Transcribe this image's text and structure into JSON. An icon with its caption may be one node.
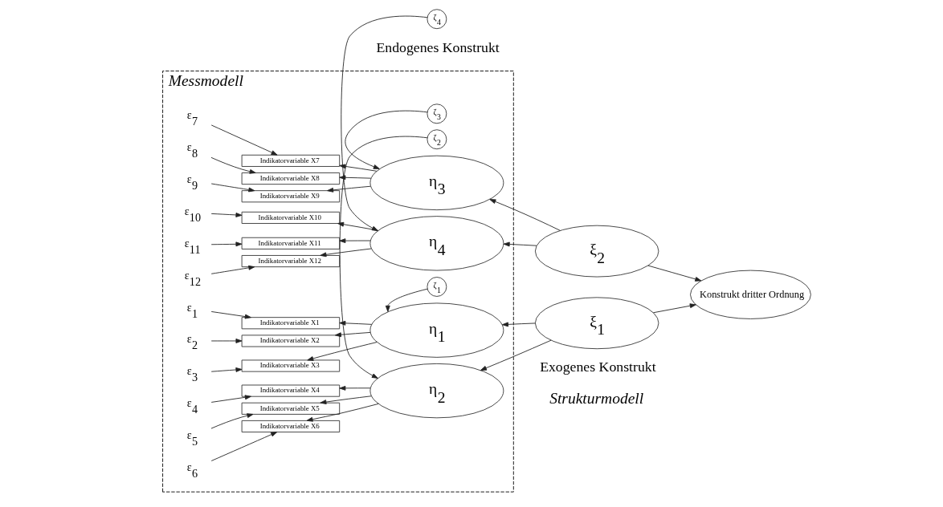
{
  "diagram": {
    "nodes": [
      {
        "text": [
          "Messmodell"
        ]
      },
      {
        "text": [
          "ε$_{1}$"
        ],
        "in": 0
      },
      {
        "text": [
          "ε$_{2}$"
        ],
        "in": 0
      },
      {
        "text": [
          "ε$_{3}$"
        ],
        "in": 0
      },
      {
        "text": [
          "ε$_{4}$"
        ],
        "in": 0
      },
      {
        "text": [
          "ε$_{5}$"
        ],
        "in": 0
      },
      {
        "text": [
          "ε$_{6}$"
        ],
        "in": 0
      },
      {
        "text": [
          "ε$_{7}$"
        ],
        "in": 0
      },
      {
        "text": [
          "ε$_{8}$"
        ],
        "in": 0
      },
      {
        "text": [
          "ε$_{9}$"
        ],
        "in": 0
      },
      {
        "text": [
          "ε$_{10}$"
        ],
        "in": 0
      },
      {
        "text": [
          "ε$_{11}$"
        ],
        "in": 0
      },
      {
        "text": [
          "ε$_{12}$"
        ],
        "in": 0
      },
      {
        "text": [
          "Indikatorvariable X1"
        ],
        "in": 0
      },
      {
        "text": [
          "Indikatorvariable X2"
        ],
        "in": 0
      },
      {
        "text": [
          "Indikatorvariable X3"
        ],
        "in": 0
      },
      {
        "text": [
          "Indikatorvariable X4"
        ],
        "in": 0
      },
      {
        "text": [
          "Indikatorvariable X5"
        ],
        "in": 0
      },
      {
        "text": [
          "Indikatorvariable X6"
        ],
        "in": 0
      },
      {
        "text": [
          "Indikatorvariable X7"
        ],
        "in": 0
      },
      {
        "text": [
          "Indikatorvariable X8"
        ],
        "in": 0
      },
      {
        "text": [
          "Indikatorvariable X9"
        ],
        "in": 0
      },
      {
        "text": [
          "Indikatorvariable X10"
        ],
        "in": 0
      },
      {
        "text": [
          "Indikatorvariable X11"
        ],
        "in": 0
      },
      {
        "text": [
          "Indikatorvariable X12"
        ],
        "in": 0
      },
      {
        "text": [
          "η$_{1}$"
        ],
        "in": 0
      },
      {
        "text": [
          "η$_{2}$"
        ],
        "in": 0
      },
      {
        "text": [
          "η$_{3}$"
        ],
        "in": 0
      },
      {
        "text": [
          "η$_{4}$"
        ],
        "in": 0
      },
      {
        "text": [
          "ζ$_{1}$"
        ],
        "in": 0
      },
      {
        "text": [
          "ζ$_{2}$"
        ],
        "in": 0
      },
      {
        "text": [
          "ζ$_{3}$"
        ],
        "in": 0
      },
      {
        "text": [
          "ζ$_{4}$"
        ]
      },
      {
        "text": [
          "ξ$_{1}$"
        ]
      },
      {
        "text": [
          "ξ$_{2}$"
        ]
      },
      {
        "text": [
          "Konstrukt dritter Ordnung"
        ]
      }
    ],
    "edges": [
      {
        "from": 1,
        "to": 13,
        "arrow": "to"
      },
      {
        "from": 2,
        "to": 14,
        "arrow": "to"
      },
      {
        "from": 3,
        "to": 15,
        "arrow": "to"
      },
      {
        "from": 4,
        "to": 16,
        "arrow": "to"
      },
      {
        "from": 5,
        "to": 17,
        "arrow": "to"
      },
      {
        "from": 6,
        "to": 18,
        "arrow": "to"
      },
      {
        "from": 7,
        "to": 19,
        "arrow": "to"
      },
      {
        "from": 8,
        "to": 20,
        "arrow": "to"
      },
      {
        "from": 9,
        "to": 21,
        "arrow": "to"
      },
      {
        "from": 10,
        "to": 22,
        "arrow": "to"
      },
      {
        "from": 11,
        "to": 23,
        "arrow": "to"
      },
      {
        "from": 12,
        "to": 24,
        "arrow": "to"
      },
      {
        "from": 25,
        "to": 13,
        "arrow": "to"
      },
      {
        "from": 25,
        "to": 14,
        "arrow": "to"
      },
      {
        "from": 25,
        "to": 15,
        "arrow": "to"
      },
      {
        "from": 26,
        "to": 16,
        "arrow": "to"
      },
      {
        "from": 26,
        "to": 17,
        "arrow": "to"
      },
      {
        "from": 26,
        "to": 18,
        "arrow": "to"
      },
      {
        "from": 27,
        "to": 19,
        "arrow": "to"
      },
      {
        "from": 27,
        "to": 20,
        "arrow": "to"
      },
      {
        "from": 27,
        "to": 21,
        "arrow": "to"
      },
      {
        "from": 28,
        "to": 22,
        "arrow": "to"
      },
      {
        "from": 28,
        "to": 23,
        "arrow": "to"
      },
      {
        "from": 28,
        "to": 24,
        "arrow": "to"
      },
      {
        "from": 29,
        "to": 25,
        "arrow": "to"
      },
      {
        "from": 30,
        "to": 26,
        "arrow": "to"
      },
      {
        "from": 31,
        "to": 27,
        "arrow": "to"
      },
      {
        "from": 32,
        "to": 28,
        "arrow": "to"
      },
      {
        "from": 33,
        "to": 25,
        "arrow": "to"
      },
      {
        "from": 33,
        "to": 26,
        "arrow": "to"
      },
      {
        "from": 34,
        "to": 27,
        "arrow": "to"
      },
      {
        "from": 34,
        "to": 28,
        "arrow": "to"
      },
      {
        "from": 33,
        "to": 35,
        "arrow": "to"
      },
      {
        "from": 34,
        "to": 35,
        "arrow": "to"
      }
    ],
    "labels": [
      "Strukturmodell",
      "Endogenes Konstrukt",
      "Exogenes Konstrukt"
    ]
  }
}
